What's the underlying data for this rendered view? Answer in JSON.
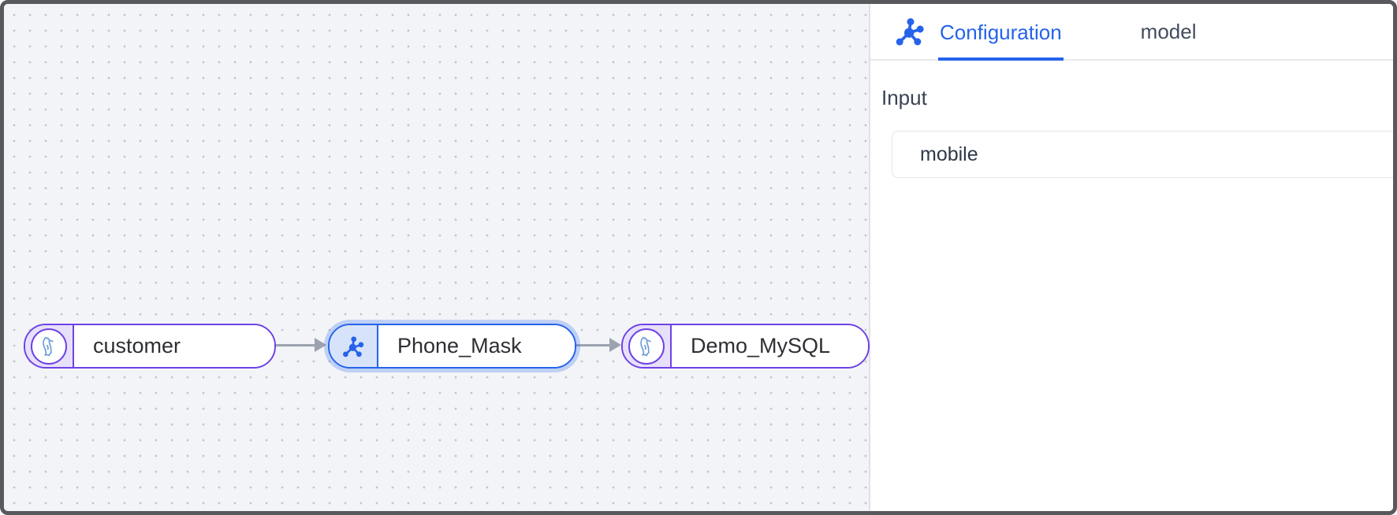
{
  "window": {
    "type": "flow-editor",
    "frame_color": "#58595c"
  },
  "canvas": {
    "nodes": [
      {
        "label": "customer",
        "type": "mysql-source",
        "icon": "mysql-dolphin-icon",
        "selected": false
      },
      {
        "label": "Phone_Mask",
        "type": "mask-transform",
        "icon": "molecule-icon",
        "selected": true
      },
      {
        "label": "Demo_MySQL",
        "type": "mysql-target",
        "icon": "mysql-dolphin-icon",
        "selected": false
      }
    ],
    "edges": [
      {
        "from": "customer",
        "to": "Phone_Mask",
        "direction": "right"
      },
      {
        "from": "Phone_Mask",
        "to": "Demo_MySQL",
        "direction": "right"
      }
    ]
  },
  "panel": {
    "header_icon": "molecule-icon",
    "tabs": [
      {
        "label": "Configuration",
        "active": true
      },
      {
        "label": "model",
        "active": false
      }
    ],
    "input": {
      "label": "Input",
      "value": "mobile"
    }
  },
  "colors": {
    "accent_blue": "#2563eb",
    "node_purple": "#6e42e5",
    "node_purple_fill": "#e7e0fa",
    "selected_fill": "#d7e3fa",
    "edge_gray": "#9ca3af",
    "dolphin_blue": "#6f9fd8",
    "canvas_bg": "#f3f4f8"
  }
}
